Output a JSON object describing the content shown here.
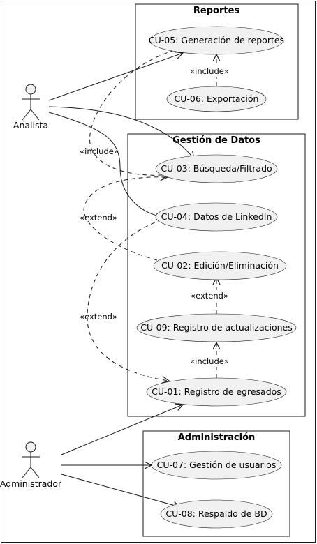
{
  "packages": {
    "reportes": "Reportes",
    "gestion": "Gestión de Datos",
    "administracion": "Administración"
  },
  "actors": {
    "analista": "Analista",
    "administrador": "Administrador"
  },
  "use_cases": {
    "cu05": "CU-05: Generación de reportes",
    "cu06": "CU-06: Exportación",
    "cu03": "CU-03: Búsqueda/Filtrado",
    "cu04": "CU-04: Datos de LinkedIn",
    "cu02": "CU-02: Edición/Eliminación",
    "cu09": "CU-09: Registro de actualizaciones",
    "cu01": "CU-01: Registro de egresados",
    "cu07": "CU-07: Gestión de usuarios",
    "cu08": "CU-08: Respaldo de BD"
  },
  "stereotypes": {
    "include_cu06_cu05": "«include»",
    "include_cu05_cu03": "«include»",
    "extend_cu02_cu03": "«extend»",
    "extend_cu09_cu02": "«extend»",
    "extend_cu04_cu01": "«extend»",
    "include_cu01_cu09": "«include»"
  }
}
